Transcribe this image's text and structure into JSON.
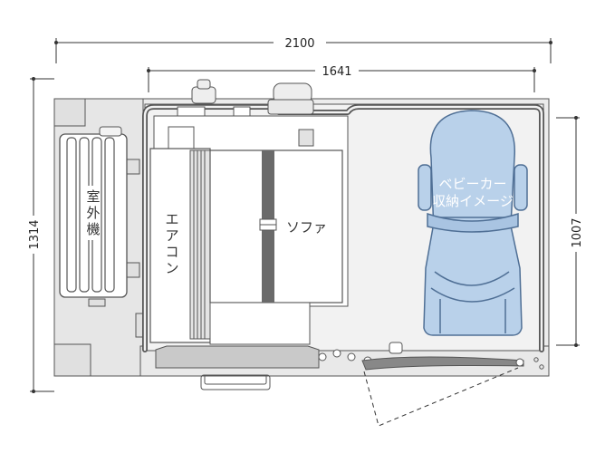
{
  "dimensions": {
    "total_width": "2100",
    "inner_width": "1641",
    "total_depth": "1314",
    "inner_depth": "1007"
  },
  "labels": {
    "outdoor_unit": [
      "室",
      "外",
      "機"
    ],
    "aircon": [
      "エ",
      "ア",
      "コ",
      "ン"
    ],
    "sofa": "ソファ",
    "stroller_line1": "ベビーカー",
    "stroller_line2": "収納イメージ"
  },
  "colors": {
    "line": "#333333",
    "floor": "#f2f2f2",
    "outer": "#e9e9e9",
    "wall": "#555555",
    "stroller": "#b9d1ea",
    "stroller_stroke": "#4f6f95",
    "dark_strap": "#6a6a6a"
  }
}
